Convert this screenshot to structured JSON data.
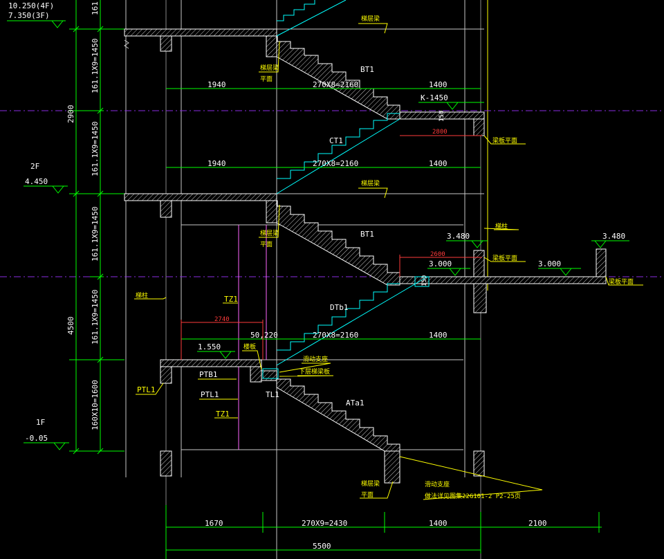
{
  "colors": {
    "bg": "#000000",
    "wall": "#ffffff",
    "dim": "#00ff00",
    "flight": "#00ffff",
    "note": "#ffff00",
    "red": "#ff3b3b",
    "magenta": "#ff00ff",
    "purple": "#8a2be2"
  },
  "levels": {
    "top_a": "10.250(4F)",
    "top_b": "7.350(3F)",
    "f2_label": "2F",
    "f2_elev": "4.450",
    "f1_label": "1F",
    "f1_elev": "-0.05"
  },
  "left_dims": {
    "d_top": "161.",
    "d1": "161.1X9=1450",
    "d2": "161.1X9=1450",
    "total_upper": "2900",
    "d3": "161.1X9=1450",
    "d4": "161.1X9=1450",
    "total_lower": "4500",
    "d5": "160X10=1600"
  },
  "horizontal_dims": {
    "r1_a": "1940",
    "r1_b": "270X8=2160",
    "r1_c": "1400",
    "r2_a": "1940",
    "r2_b": "270X8=2160",
    "r2_c": "1400",
    "r3_a": "50,220",
    "r3_b": "270X8=2160",
    "r3_c": "1400",
    "b_a": "1670",
    "b_b": "270X9=2430",
    "b_c": "1400",
    "b_d": "2100",
    "b_total": "5500"
  },
  "labels": {
    "ladder_beam_1": "梯层梁",
    "bt1_a": "BT1",
    "beam_face_1": "梯层梁",
    "beam_face_1b": "平面",
    "k_label": "K-1450",
    "red_2800": "2800",
    "side_note_1": "梁板平面",
    "ct1": "CT1",
    "ladder_beam_2": "梯层梁",
    "beam_face_2": "梯层梁",
    "beam_face_2b": "平面",
    "bt1_b": "BT1",
    "ladder_col_1": "梯柱",
    "elev_3480_a": "3.480",
    "elev_3480_b": "3.480",
    "red_2600": "2600",
    "elev_3000_a": "3.000",
    "elev_3000_b": "3.000",
    "side_note_2": "梁板平面",
    "side_note_3": "梁板平面",
    "ladder_col_2": "梯柱",
    "tz1_a": "TZ1",
    "red_2740": "2740",
    "dtb1": "DTb1",
    "elev_1550": "1.550",
    "slab": "楼板",
    "sliding": "滑动支座",
    "lower_beam": "下层梯梁板",
    "ptl1_a": "PTL1",
    "ptb1": "PTB1",
    "ptl1_b": "PTL1",
    "tl1": "TL1",
    "ata1": "ATa1",
    "tz1_b": "TZ1",
    "base_beam": "梯层梁",
    "base_beam_b": "平面",
    "bot_note_1": "滑动支座",
    "bot_note_2": "做法详见图集22G101-2 P2-25页",
    "dim_150_a": "150",
    "dim_150_b": "150"
  }
}
